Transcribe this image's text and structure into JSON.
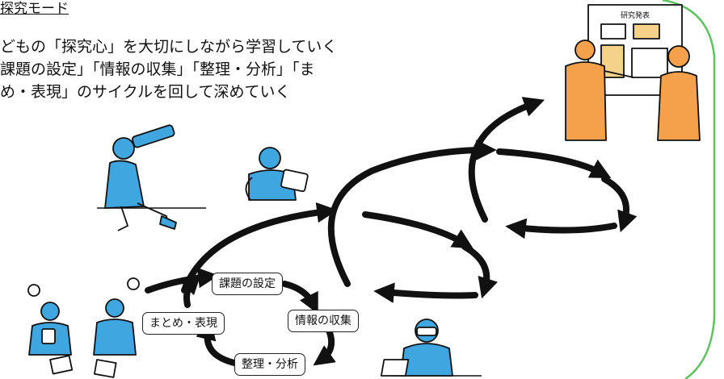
{
  "heading": "探究モード",
  "description": [
    "どもの「探究心」を大切にしながら学習していく",
    "課題の設定」「情報の収集」「整理・分析」「ま",
    "め・表現」のサイクルを回して深めていく"
  ],
  "cycle_steps": {
    "step1": "課題の設定",
    "step2": "情報の収集",
    "step3": "整理・分析",
    "step4": "まとめ・表現"
  },
  "poster_title": "研究発表",
  "colors": {
    "accent_blue": "#3fa6e0",
    "accent_orange": "#f5a04a",
    "frame_green": "#5fc35f",
    "ink": "#111111"
  }
}
